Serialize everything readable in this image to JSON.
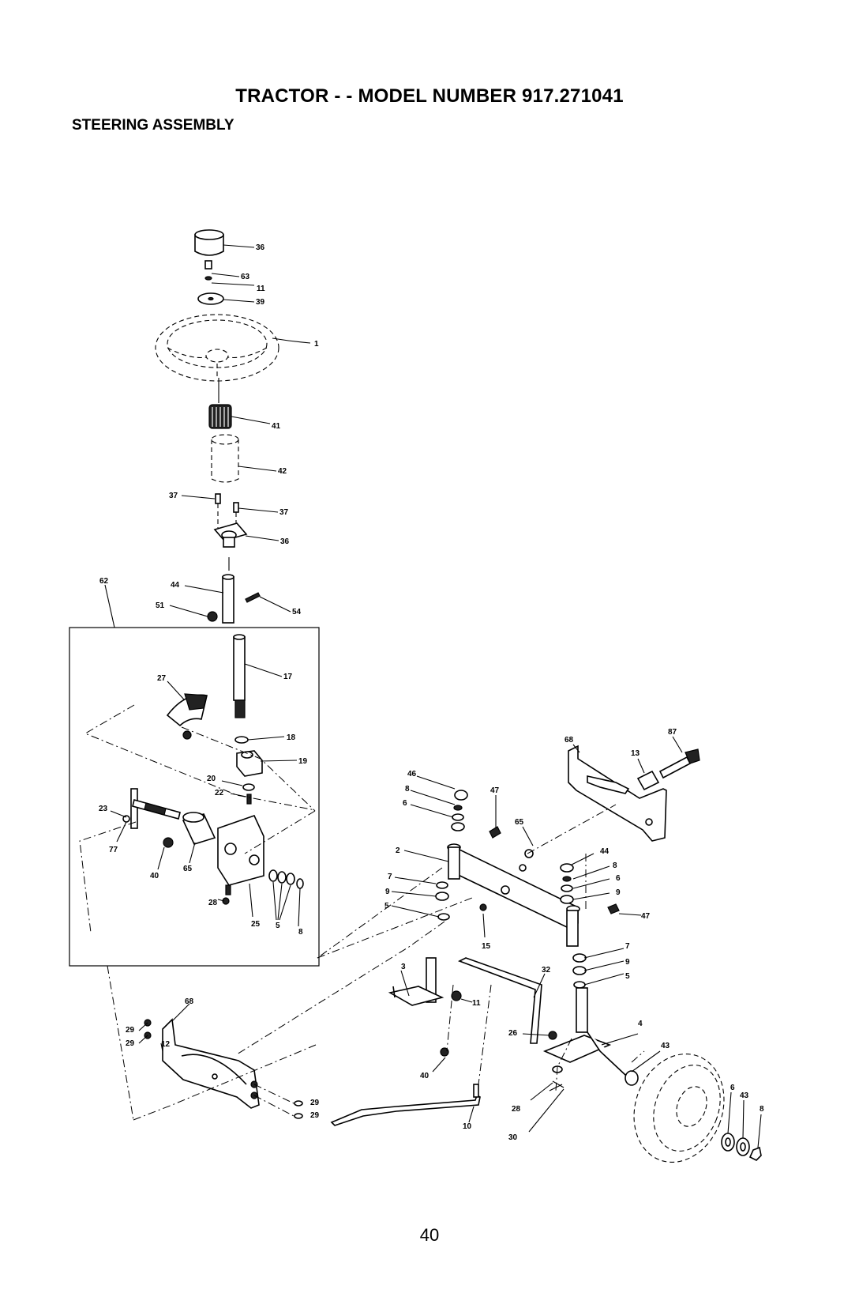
{
  "header": {
    "title": "TRACTOR - - MODEL NUMBER 917.271041",
    "subtitle": "STEERING ASSEMBLY"
  },
  "footer": {
    "page_number": "40"
  },
  "callouts": {
    "c36a": "36",
    "c63": "63",
    "c11a": "11",
    "c39": "39",
    "c1": "1",
    "c41": "41",
    "c42": "42",
    "c37a": "37",
    "c37b": "37",
    "c36b": "36",
    "c62": "62",
    "c44a": "44",
    "c51": "51",
    "c54": "54",
    "c27": "27",
    "c17": "17",
    "c18": "18",
    "c19": "19",
    "c20": "20",
    "c22": "22",
    "c23": "23",
    "c77": "77",
    "c40a": "40",
    "c65a": "65",
    "c28a": "28",
    "c25": "25",
    "c5a": "5",
    "c8a": "8",
    "c68a": "68",
    "c87": "87",
    "c13": "13",
    "c46a": "46",
    "c8b": "8",
    "c6a": "6",
    "c47a": "47",
    "c65b": "65",
    "c2": "2",
    "c7a": "7",
    "c9a": "9",
    "c5b": "5",
    "c44b": "44",
    "c8c": "8",
    "c6b": "6",
    "c9b": "9",
    "c47b": "47",
    "c15": "15",
    "c3": "3",
    "c32": "32",
    "c7b": "7",
    "c9c": "9",
    "c5c": "5",
    "c11b": "11",
    "c26": "26",
    "c4": "4",
    "c43a": "43",
    "c40b": "40",
    "c10": "10",
    "c28b": "28",
    "c30": "30",
    "c6c": "6",
    "c43b": "43",
    "c8d": "8",
    "c68b": "68",
    "c29a": "29",
    "c29b": "29",
    "c29c": "29",
    "c29d": "29",
    "c12": "12"
  }
}
